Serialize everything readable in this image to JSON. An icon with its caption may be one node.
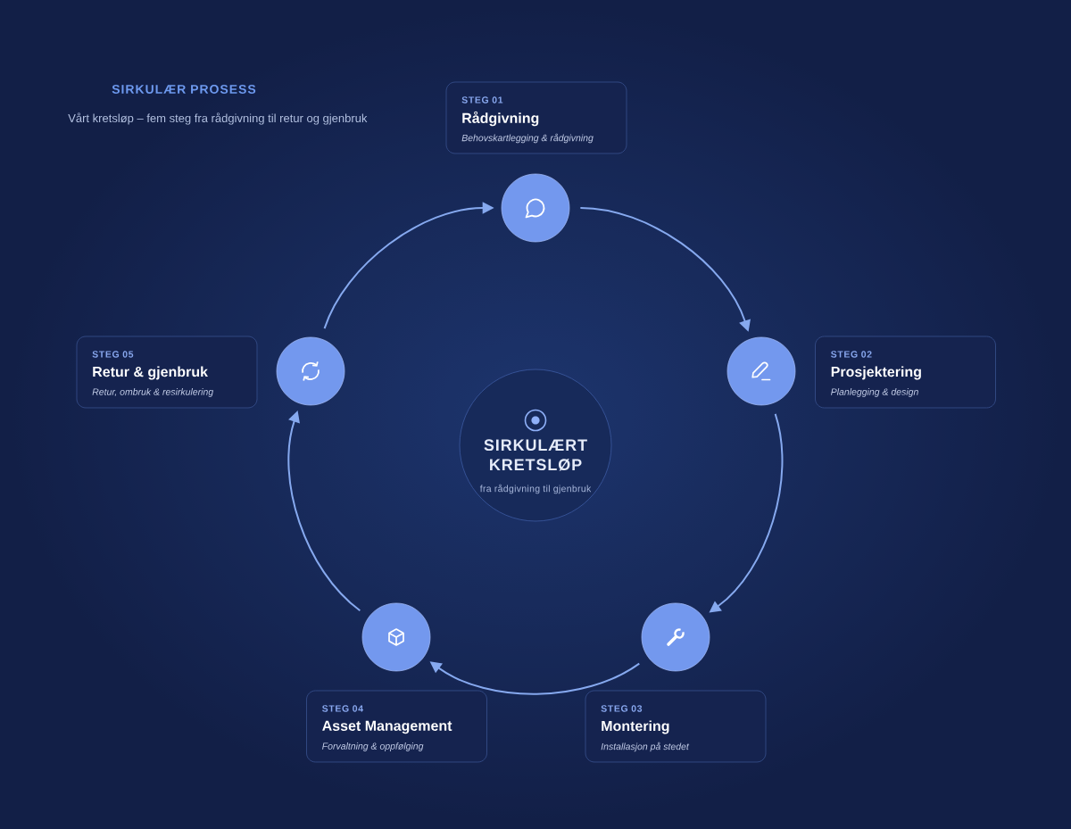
{
  "diagram": {
    "title": "SIRKULÆR PROSESS",
    "nodes": [
      {
        "text": [
          "STEG 01",
          "Rådgivning",
          "Behovskartlegging & rådgivning"
        ]
      },
      {
        "text": [],
        "shape": "circle"
      },
      {
        "text": [
          "STEG 02",
          "Prosjektering",
          "Planlegging & design"
        ]
      },
      {
        "text": [],
        "shape": "circle"
      },
      {
        "text": [
          "STEG 03",
          "Montering",
          "Installasjon på stedet"
        ]
      },
      {
        "text": [],
        "shape": "circle"
      },
      {
        "text": [
          "STEG 04",
          "Asset Management",
          "Forvaltning & oppfølging"
        ]
      },
      {
        "text": [],
        "shape": "circle"
      },
      {
        "text": [
          "STEG 05",
          "Retur & gjenbruk",
          "Retur, ombruk & resirkulering"
        ]
      },
      {
        "text": [],
        "shape": "circle"
      },
      {
        "text": [
          "SIRKULÆRT KRETSLØP",
          "fra rådgivning til gjenbruk"
        ]
      }
    ],
    "edges": [
      {
        "from": 1,
        "to": 3,
        "arrow": "to"
      },
      {
        "from": 3,
        "to": 5,
        "arrow": "to"
      },
      {
        "from": 5,
        "to": 7,
        "arrow": "to"
      },
      {
        "from": 7,
        "to": 9,
        "arrow": "to"
      },
      {
        "from": 9,
        "to": 1,
        "arrow": "to"
      }
    ],
    "labels": [
      "Vårt kretsløp – fem steg fra rådgivning til retur og gjenbruk"
    ]
  }
}
